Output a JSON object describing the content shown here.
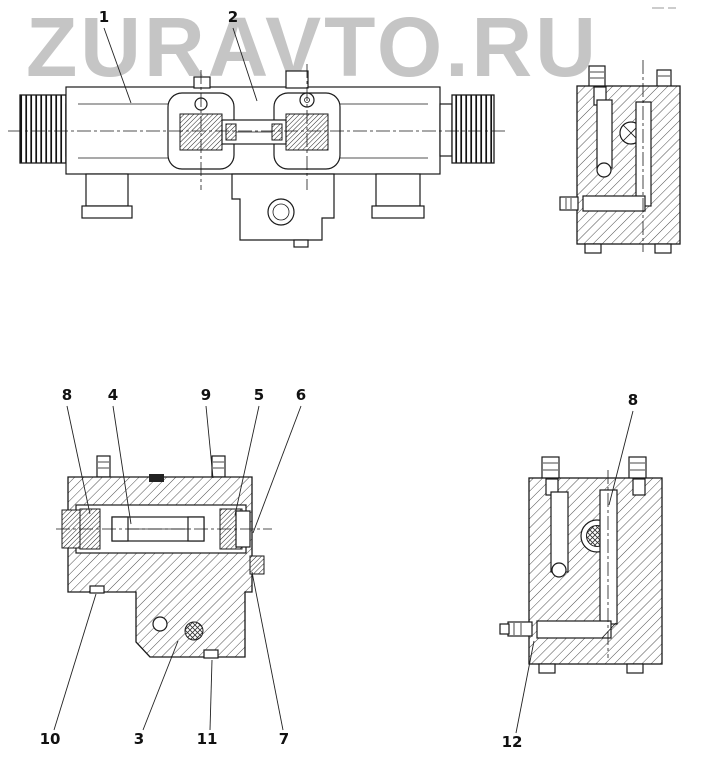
{
  "watermark": {
    "text": "ZURAVTO.RU",
    "color": "#c5c5c5"
  },
  "colors": {
    "ink": "#1a1a1a",
    "hatch": "#3a3a3a"
  },
  "callouts": {
    "c1": "1",
    "c2": "2",
    "c8a": "8",
    "c4": "4",
    "c9": "9",
    "c5": "5",
    "c6": "6",
    "c8b": "8",
    "c10": "10",
    "c3": "3",
    "c11": "11",
    "c7": "7",
    "c12": "12"
  }
}
